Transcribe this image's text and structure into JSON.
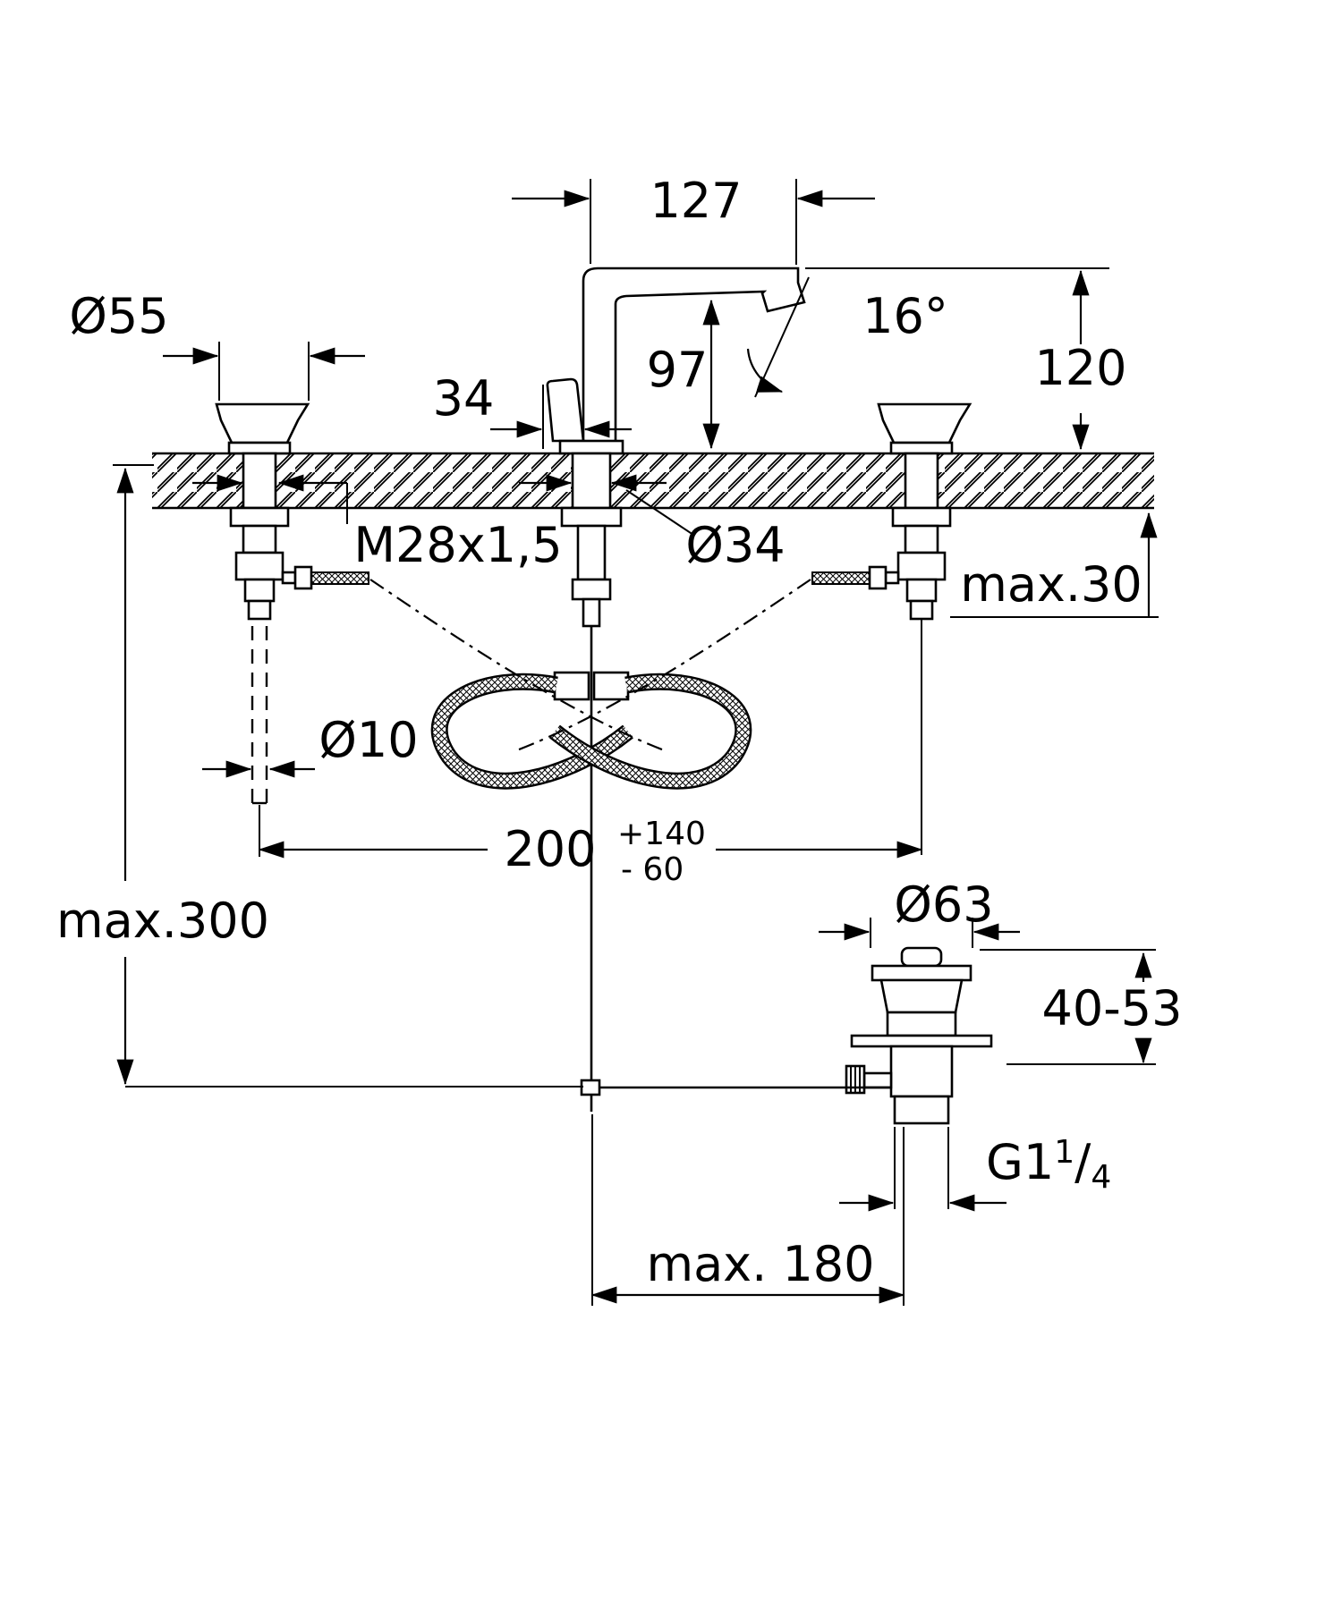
{
  "drawing": {
    "kind": "technical-dimension-drawing",
    "line_color": "#000000",
    "background_color": "#ffffff",
    "dimensions": {
      "spout_reach": "127",
      "handle_diameter": "Ø55",
      "spout_angle": "16°",
      "spout_height": "120",
      "lever_offset": "34",
      "outlet_height": "97",
      "valve_thread": "M28x1,5",
      "hole_diameter": "Ø34",
      "deck_thickness_max": "max.30",
      "rod_diameter": "Ø10",
      "center_distance": "200",
      "center_distance_tol_plus": "+140",
      "center_distance_tol_minus": "- 60",
      "hose_drop_max": "max.300",
      "waste_flange_diameter": "Ø63",
      "waste_height_range": "40-53",
      "waste_thread_prefix": "G1",
      "waste_thread_numerator": "1",
      "waste_thread_slash": "/",
      "waste_thread_denominator": "4",
      "rod_reach_max": "max. 180"
    }
  }
}
